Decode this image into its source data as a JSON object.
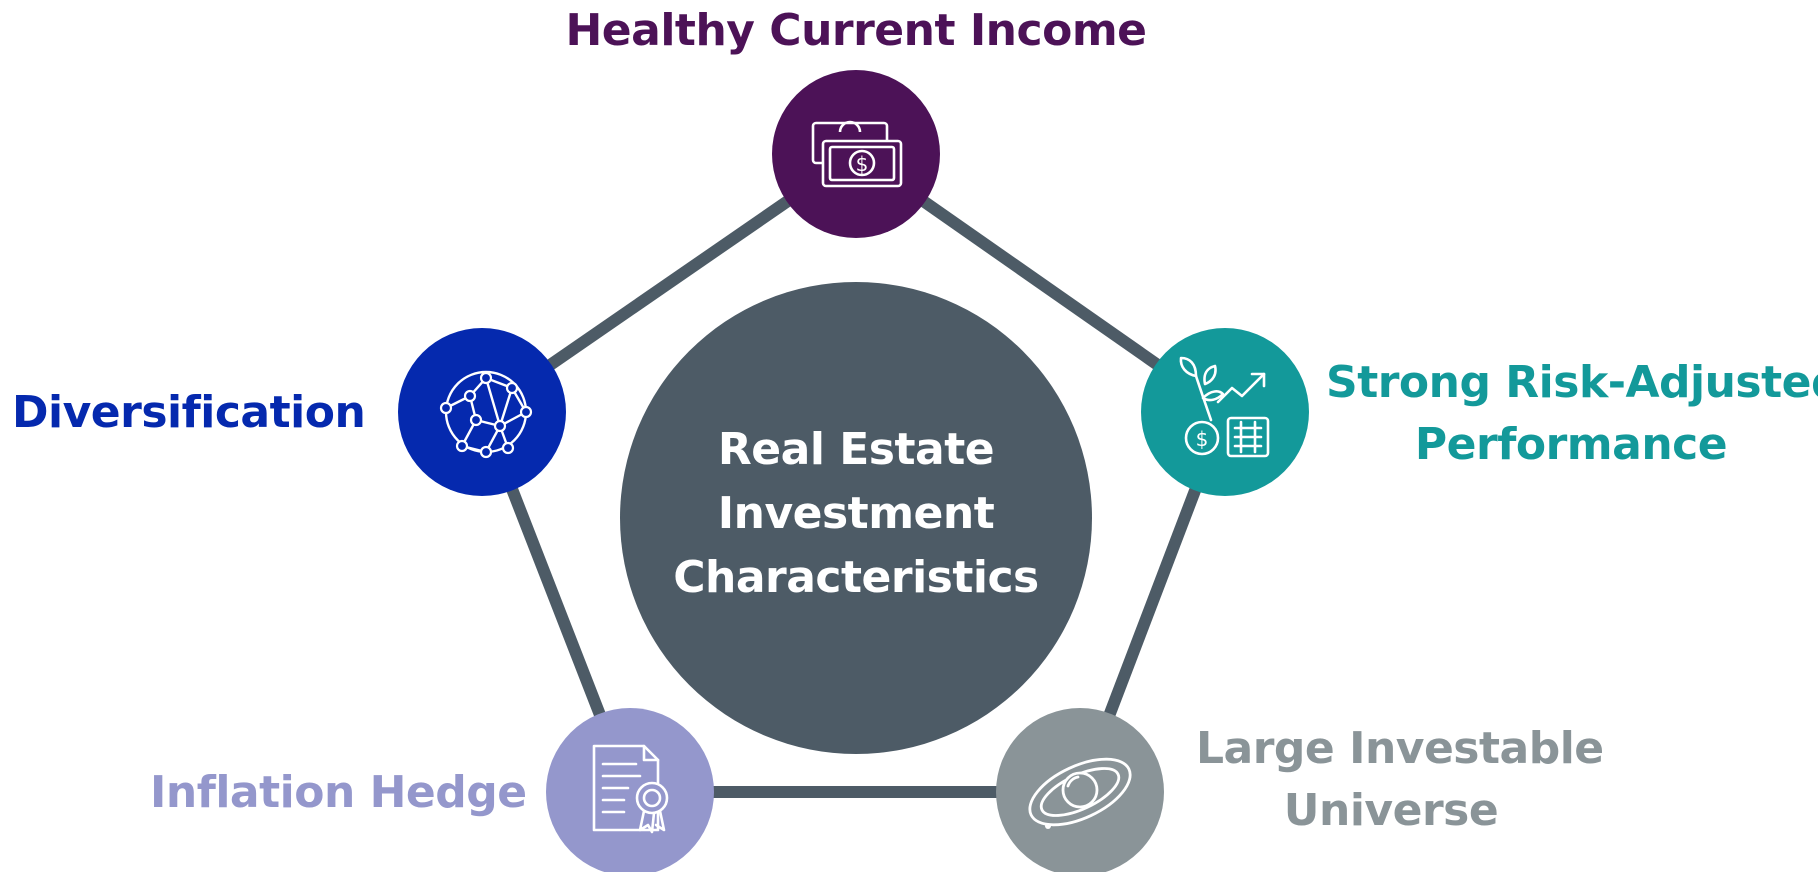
{
  "center": {
    "lines": [
      "Real Estate",
      "Investment",
      "Characteristics"
    ],
    "color": "#4d5b66"
  },
  "nodes": {
    "income": {
      "label": "Healthy Current Income",
      "color": "#4c1257",
      "icon": "money-bills-icon"
    },
    "risk": {
      "lines": [
        "Strong Risk-Adjusted",
        "Performance"
      ],
      "color": "#13999a",
      "icon": "growth-coins-icon"
    },
    "universe": {
      "lines": [
        "Large Investable",
        "Universe"
      ],
      "color": "#8a9498",
      "icon": "planet-orbit-icon"
    },
    "inflation": {
      "label": "Inflation Hedge",
      "color": "#9497cc",
      "icon": "certificate-document-icon"
    },
    "diversification": {
      "label": "Diversification",
      "color": "#0529ae",
      "icon": "globe-network-icon"
    }
  },
  "connector_color": "#4d5b66"
}
